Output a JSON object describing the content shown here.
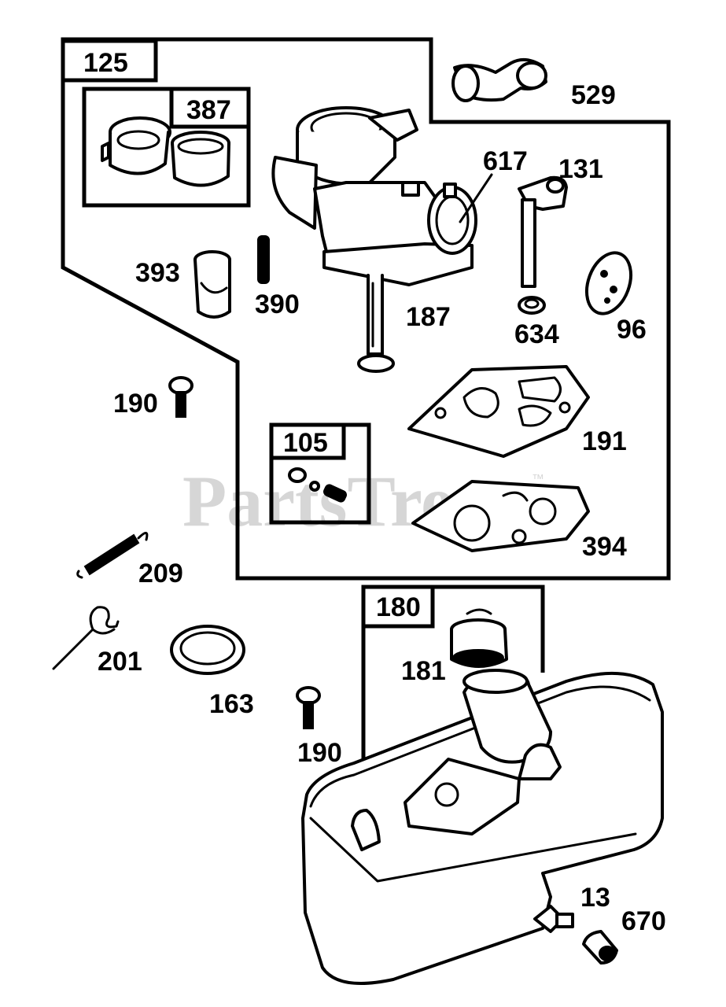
{
  "watermark": "PartsTree",
  "watermark_tm": "™",
  "boxes": {
    "b125": "125",
    "b387": "387",
    "b105": "105",
    "b180": "180"
  },
  "labels": {
    "p529": "529",
    "p617": "617",
    "p131": "131",
    "p393": "393",
    "p390": "390",
    "p187": "187",
    "p634": "634",
    "p96": "96",
    "p190a": "190",
    "p191": "191",
    "p394": "394",
    "p209": "209",
    "p201": "201",
    "p163": "163",
    "p190b": "190",
    "p181": "181",
    "p13": "13",
    "p670": "670"
  }
}
